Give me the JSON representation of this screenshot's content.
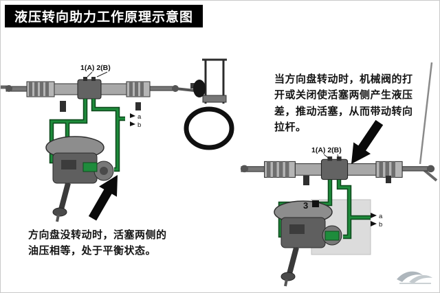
{
  "header": {
    "title": "液压转向助力工作原理示意图"
  },
  "annotations": {
    "turning": "当方向盘转动时，机械阀的打开或关闭使活塞两侧产生液压差，推动活塞，从而带动转向拉杆。",
    "not_turning": "方向盘没转动时，活塞两侧的油压相等，处于平衡状态。"
  },
  "labels": {
    "left_ports": "1(A) 2(B)",
    "right_ports": "1(A) 2(B)",
    "valve_number": "3",
    "port_a": "a",
    "port_b": "b"
  },
  "colors": {
    "hydraulic_line": "#1e8c3c",
    "hydraulic_outline": "#0e4a1d",
    "header_bg": "#000000",
    "header_text": "#ffffff",
    "note_text": "#141414"
  }
}
